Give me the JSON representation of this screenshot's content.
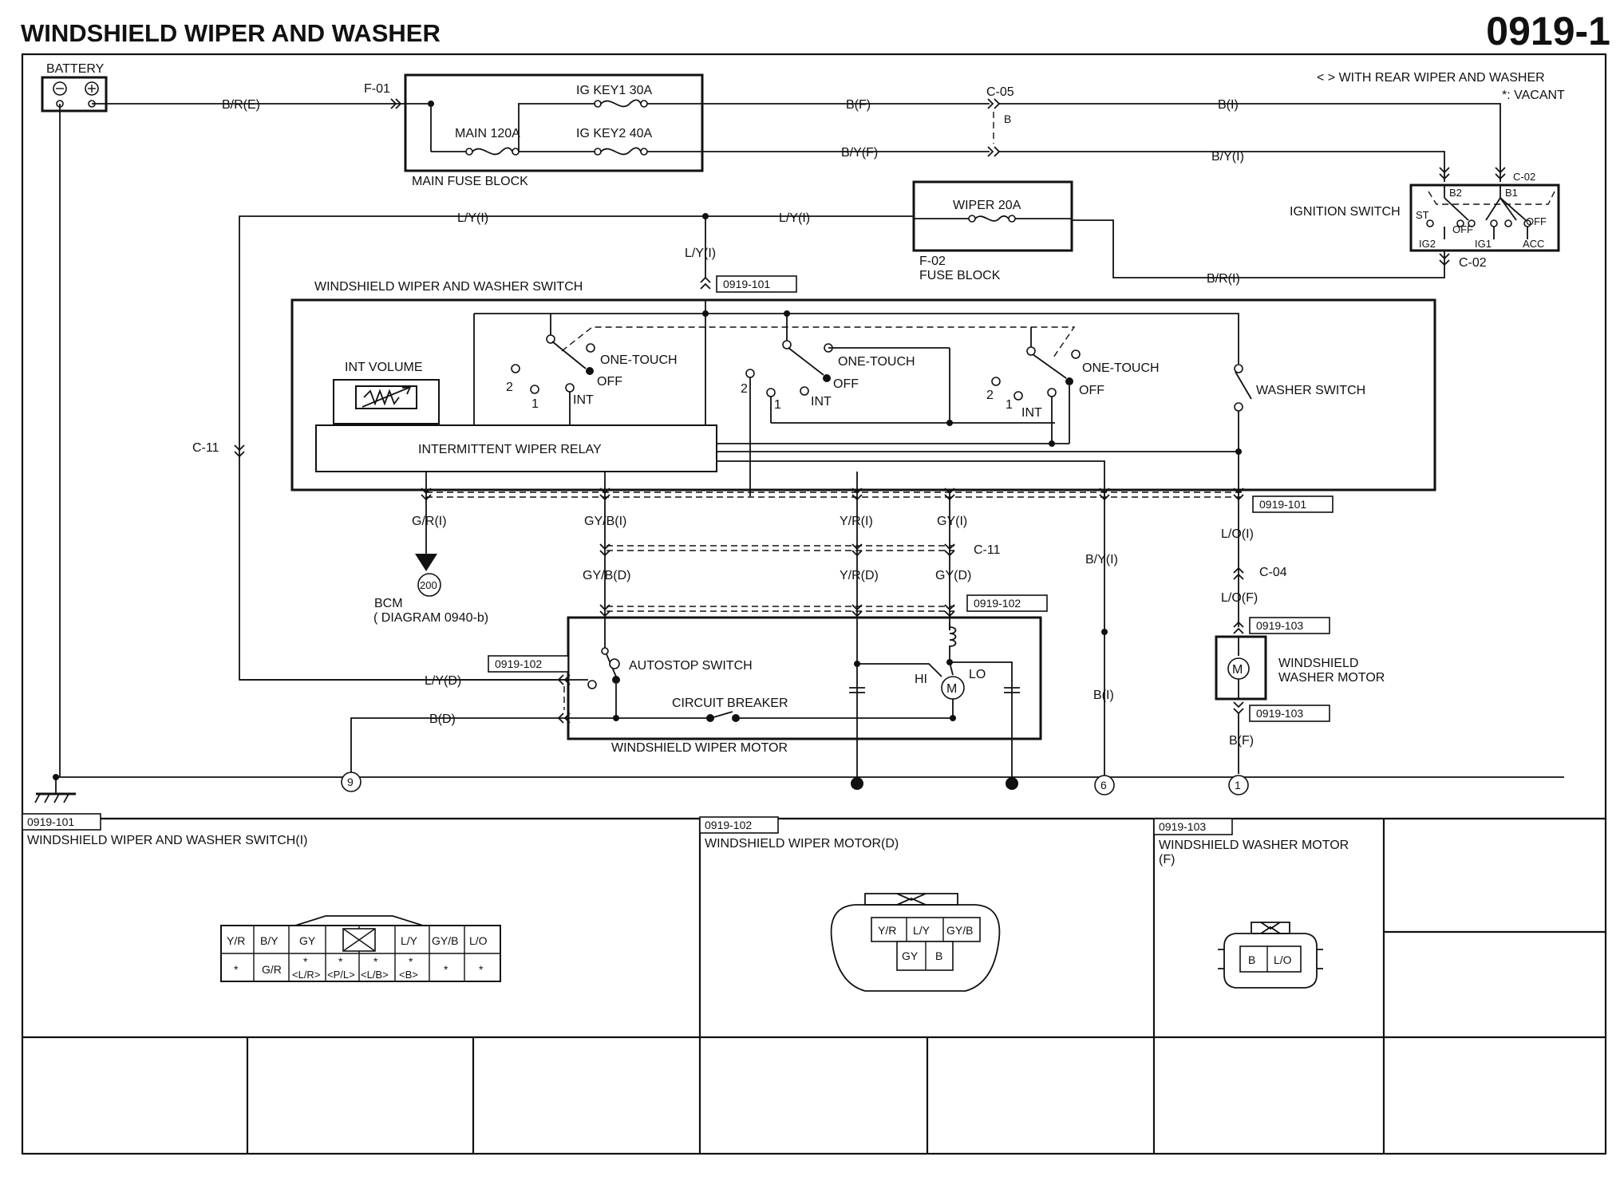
{
  "title": "WINDSHIELD WIPER AND WASHER",
  "page_number": "0919-1",
  "legend": {
    "rear": "< > WITH REAR WIPER AND WASHER",
    "vacant": "*: VACANT"
  },
  "components": {
    "battery": "BATTERY",
    "main_fuse_block": "MAIN FUSE BLOCK",
    "main_fuse": "MAIN 120A",
    "ig_key1": "IG KEY1 30A",
    "ig_key2": "IG KEY2 40A",
    "fuse_wiper": "WIPER 20A",
    "fuse_block_id": "F-02",
    "fuse_block": "FUSE BLOCK",
    "ignition_switch": "IGNITION SWITCH",
    "wiper_switch": "WINDSHIELD WIPER AND WASHER SWITCH",
    "int_volume": "INT VOLUME",
    "int_relay": "INTERMITTENT WIPER RELAY",
    "washer_switch": "WASHER SWITCH",
    "bcm": "BCM",
    "bcm_ref": "( DIAGRAM 0940-b)",
    "bcm_ground": "200",
    "autostop": "AUTOSTOP SWITCH",
    "circuit_breaker": "CIRCUIT BREAKER",
    "wiper_motor": "WINDSHIELD WIPER MOTOR",
    "washer_motor_l1": "WINDSHIELD",
    "washer_motor_l2": "WASHER MOTOR",
    "motor_symbol": "M",
    "hi": "HI",
    "lo": "LO"
  },
  "switch_labels": {
    "one_touch": "ONE-TOUCH",
    "off": "OFF",
    "int": "INT",
    "pos2": "2",
    "pos1": "1"
  },
  "ignition_terminals": {
    "st": "ST",
    "b2": "B2",
    "b1": "B1",
    "off": "OFF",
    "ig2": "IG2",
    "ig1": "IG1",
    "acc": "ACC",
    "c02_small": "C-02"
  },
  "connectors": {
    "f01": "F-01",
    "c05": "C-05",
    "c05_pin": "B",
    "c02": "C-02",
    "c11": "C-11",
    "c04": "C-04",
    "c101": "0919-101",
    "c102": "0919-102",
    "c103": "0919-103"
  },
  "wires": {
    "br_e": "B/R(E)",
    "b_f": "B(F)",
    "b_i": "B(I)",
    "by_f": "B/Y(F)",
    "by_i": "B/Y(I)",
    "ly_i": "L/Y(I)",
    "br_i": "B/R(I)",
    "gr_i": "G/R(I)",
    "gyb_i": "GY/B(I)",
    "yr_i": "Y/R(I)",
    "gy_i": "GY(I)",
    "lo_i": "L/O(I)",
    "gyb_d": "GY/B(D)",
    "yr_d": "Y/R(D)",
    "gy_d": "GY(D)",
    "lo_f": "L/O(F)",
    "ly_d": "L/Y(D)",
    "b_d": "B(D)",
    "b_f2": "B(F)"
  },
  "grounds": {
    "g9": "9",
    "g6": "6",
    "g1": "1"
  },
  "connector_views": {
    "c101": {
      "code": "0919-101",
      "title": "WINDSHIELD WIPER AND WASHER SWITCH(I)",
      "top": [
        "Y/R",
        "B/Y",
        "GY",
        "L/Y",
        "GY/B",
        "L/O"
      ],
      "bottom": [
        "*",
        "G/R",
        "*",
        "*",
        "*",
        "*",
        "*",
        "*"
      ],
      "bottom_sub": [
        "",
        "",
        "<L/R>",
        "<P/L>",
        "<L/B>",
        "<B>",
        "",
        ""
      ]
    },
    "c102": {
      "code": "0919-102",
      "title": "WINDSHIELD WIPER MOTOR(D)",
      "top": [
        "Y/R",
        "L/Y",
        "GY/B"
      ],
      "bottom": [
        "GY",
        "B"
      ]
    },
    "c103": {
      "code": "0919-103",
      "title": "WINDSHIELD WASHER MOTOR",
      "title2": "(F)",
      "pins": [
        "B",
        "L/O"
      ]
    }
  }
}
